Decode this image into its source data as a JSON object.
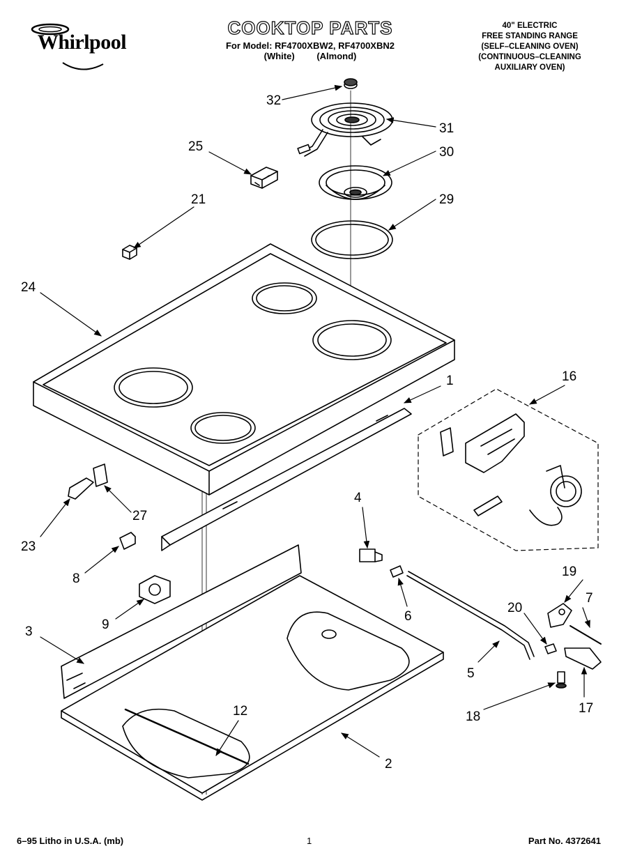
{
  "brand": {
    "name": "Whirlpool"
  },
  "header": {
    "title": "COOKTOP PARTS",
    "model_line": "For Model: RF4700XBW2, RF4700XBN2",
    "variant_white": "(White)",
    "variant_almond": "(Almond)"
  },
  "description": {
    "lines": [
      "40\" ELECTRIC",
      "FREE STANDING RANGE",
      "(SELF–CLEANING OVEN)",
      "(CONTINUOUS–CLEANING",
      "AUXILIARY OVEN)"
    ]
  },
  "callouts": {
    "c32": "32",
    "c31": "31",
    "c25": "25",
    "c30": "30",
    "c21": "21",
    "c29": "29",
    "c24": "24",
    "c1": "1",
    "c16": "16",
    "c27": "27",
    "c23": "23",
    "c4": "4",
    "c8": "8",
    "c6": "6",
    "c9": "9",
    "c19": "19",
    "c20": "20",
    "c7": "7",
    "c3": "3",
    "c5": "5",
    "c12": "12",
    "c18": "18",
    "c17": "17",
    "c2": "2"
  },
  "footer": {
    "left": "6–95 Litho in U.S.A. (mb)",
    "page": "1",
    "part_no": "Part No. 4372641"
  }
}
